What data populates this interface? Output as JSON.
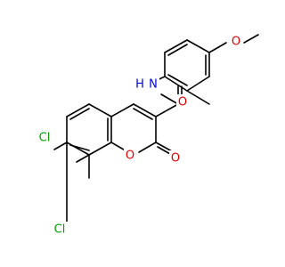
{
  "atoms": {
    "cl6": {
      "label": "Cl",
      "color": "#00a000"
    },
    "cl8": {
      "label": "Cl",
      "color": "#00a000"
    },
    "o1": {
      "label": "O",
      "color": "#e00000"
    },
    "o2": {
      "label": "O",
      "color": "#e00000"
    },
    "o_amide": {
      "label": "O",
      "color": "#e00000"
    },
    "n_amide": {
      "label": "N",
      "color": "#0000e0"
    },
    "h_amide": {
      "label": "H",
      "color": "#0000e0"
    },
    "o_methoxy": {
      "label": "O",
      "color": "#e00000"
    }
  },
  "bond_color": "#000000"
}
